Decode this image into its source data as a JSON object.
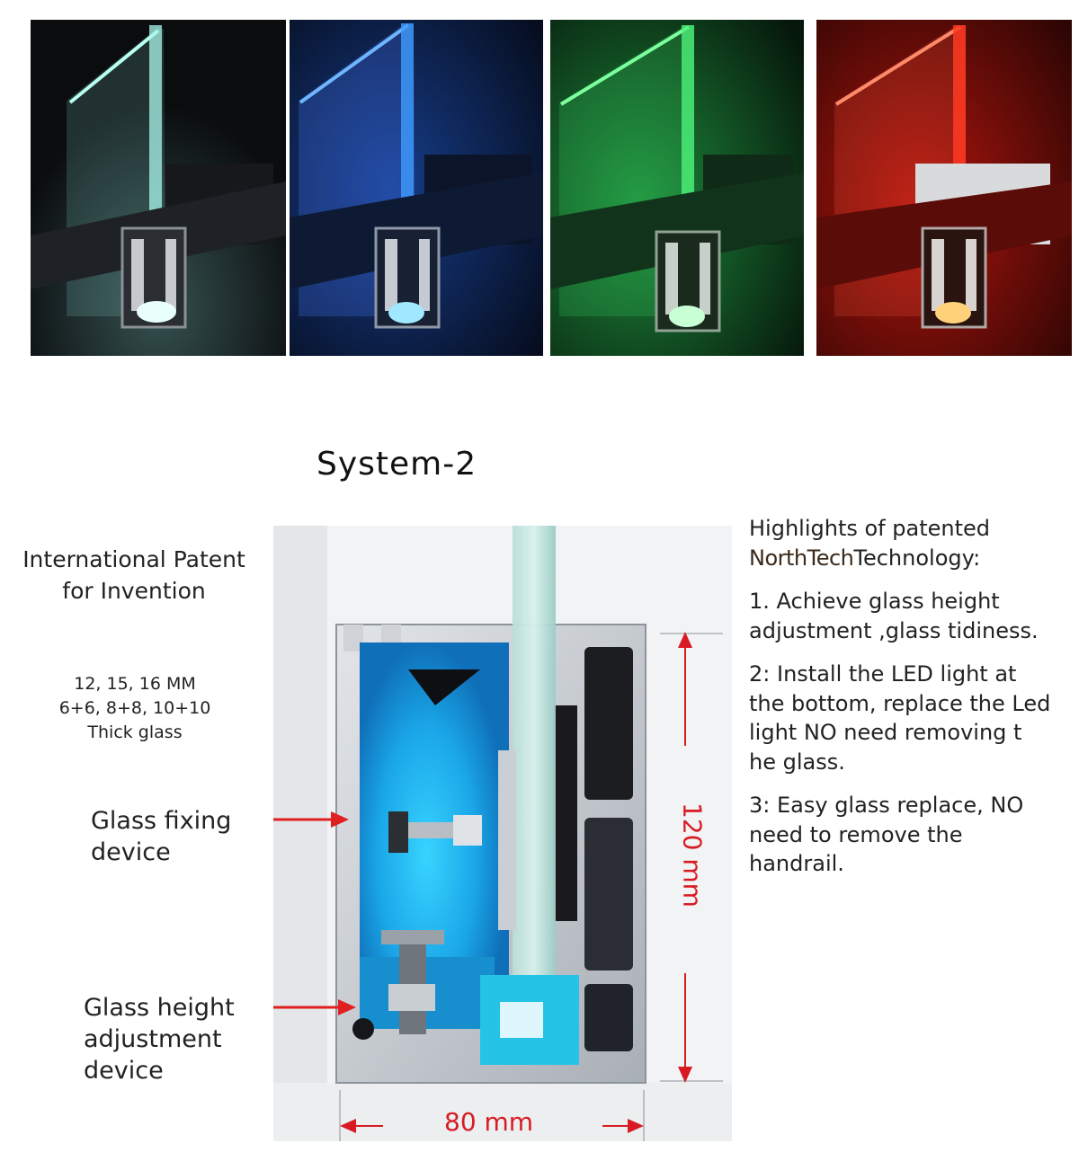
{
  "photos": [
    {
      "name": "white-light",
      "accent": "#9ff5e4"
    },
    {
      "name": "blue-light",
      "accent": "#2f6bff"
    },
    {
      "name": "green-light",
      "accent": "#23d15a"
    },
    {
      "name": "red-light",
      "accent": "#ff2a1a"
    }
  ],
  "title": "System-2",
  "patent": {
    "line1": "International Patent",
    "line2": "for Invention"
  },
  "specs": {
    "line1": "12, 15, 16 MM",
    "line2": "6+6,  8+8,  10+10",
    "line3": "Thick glass"
  },
  "callouts": {
    "fixing_line1": "Glass fixing",
    "fixing_line2": "device",
    "height_line1": "Glass height",
    "height_line2": "adjustment",
    "height_line3": "device"
  },
  "dimensions": {
    "height": "120 mm",
    "width": "80 mm",
    "color": "#d81b23"
  },
  "highlights": {
    "heading_line1": "Highlights of patented",
    "brand": "NorthTech",
    "heading_rest": "Technology:",
    "item1_line1": "1. Achieve glass height",
    "item1_line2": "adjustment ,glass tidiness.",
    "item2_line1": "2: Install the LED light at",
    "item2_line2": "the bottom, replace the Led",
    "item2_line3": "light NO need removing t",
    "item2_line4": "he glass.",
    "item3_line1": "3:  Easy glass replace, NO",
    "item3_line2": "need to remove the",
    "item3_line3": "handrail."
  }
}
